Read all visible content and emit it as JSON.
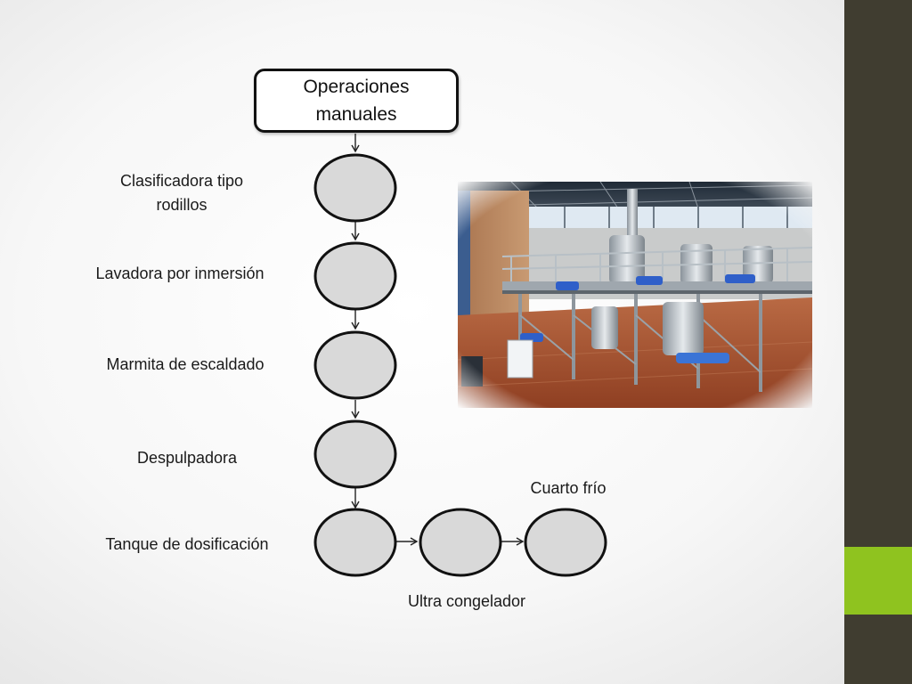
{
  "start": {
    "line1": "Operaciones",
    "line2": "manuales"
  },
  "steps": [
    {
      "line1": "Clasificadora tipo",
      "line2": "rodillos"
    },
    {
      "line1": "Lavadora por inmersión"
    },
    {
      "line1": "Marmita de escaldado"
    },
    {
      "line1": "Despulpadora"
    },
    {
      "line1": "Tanque de dosificación"
    }
  ],
  "branch": [
    {
      "label": "Ultra congelador"
    },
    {
      "label": "Cuarto frío"
    }
  ],
  "photo": {
    "subject": "food-processing-plant-photo"
  },
  "colors": {
    "node_fill": "#d9d9d9",
    "node_stroke": "#111111",
    "side_bar": "#403d30",
    "side_accent": "#8fc31f"
  }
}
